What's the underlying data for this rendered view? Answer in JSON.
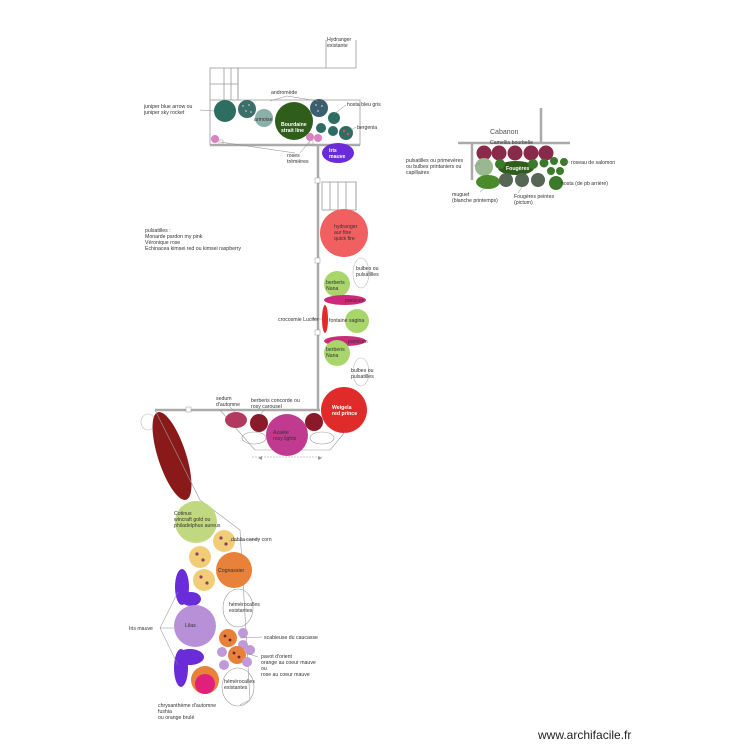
{
  "labels": {
    "hydrangea_existante": [
      "Hydranger",
      "existante"
    ],
    "juniper": [
      "juniper blue arrow ou",
      "juniper sky rocket"
    ],
    "andromede": "andromède",
    "hosta_bleu_gris": "hosta bleu gris",
    "bergenia": "bergenia",
    "armoise": "armoise",
    "bourdaine": [
      "Bourdaine",
      "strait line"
    ],
    "roses_tremieres": [
      "roses",
      "trémières"
    ],
    "iris_mauve_top": [
      "iris",
      "mauve"
    ],
    "cabanon": "Cabanon",
    "camellia": "Camellia bourbelle",
    "pulsatilles_primeveres": [
      "pulsatilles ou primevères",
      "ou bulbes printaniers ou",
      "capillaires"
    ],
    "fougeres": "Fougères",
    "roseau_saumon": "roseau de salomon",
    "hosta_pb_arriere": "hosta (de pb arrière)",
    "muguet": [
      "muguet",
      "(blanche printemps)"
    ],
    "fougeres_peintes": [
      "Fougères peintes",
      "(pictum)"
    ],
    "pulsatilles_note": [
      "pulsatilles :",
      "Monarde pardon my pink",
      "Véronique rose",
      "Echinacea kimsei red ou kimsei raspberry"
    ],
    "hydrangea_quick_fire": [
      "hydranger",
      "aur fine",
      "quick fire"
    ],
    "bulbes_top": [
      "bulbes ou",
      "pulsatilles"
    ],
    "berberis_nana_1": [
      "berberis",
      "Nana"
    ],
    "panicum_1": "panicum",
    "crocosmia": "crocosmie Lucifer",
    "fontaine": "fontaine",
    "sagina": "sagina",
    "panicum_2": "panicum",
    "berberis_nana_2": [
      "berberis",
      "Nana"
    ],
    "bulbes_bottom": [
      "bulbes ou",
      "pulsatilles"
    ],
    "sedum": [
      "sedum",
      "d'automne"
    ],
    "berberis_concorde": [
      "berberis concorde ou",
      "rosy carousel"
    ],
    "weigela": [
      "Weigela",
      "red prince"
    ],
    "azalea": [
      "Azalée",
      "rosy lights"
    ],
    "cotinus": [
      "Cotinus",
      "wincraft gold ou",
      "philadelphus aureus"
    ],
    "dahlia_candy": "dahlia candy corn",
    "cognassier": "Cognassier",
    "hemerocalles_1": [
      "hémérocalles",
      "existantes"
    ],
    "iris_mauve_left": "Iris mauve",
    "lilas": "Lilas",
    "scabieuse": "scabieuse du caucasse",
    "pavot": [
      "pavot d'orient",
      "orange au coeur mauve",
      "ou",
      "rose au coeur  mauve"
    ],
    "hemerocalles_2": [
      "hémérocalles",
      "existantes"
    ],
    "chrysantheme": [
      "chrysanthème d'automne",
      "fushia",
      "ou orange brulé"
    ]
  },
  "colors": {
    "dark_teal": "#2e6e62",
    "dark_green": "#2f5d1a",
    "lime": "#a8d66a",
    "red": "#e02b2b",
    "salmon_red": "#f06060",
    "maroon": "#8a1a1a",
    "magenta": "#cc2a78",
    "purple": "#6a2bd8",
    "lilac": "#b890d8",
    "orange": "#e8813a",
    "gold": "#f2cd77",
    "pink": "#d882c0"
  },
  "watermark": "www.archifacile.fr"
}
